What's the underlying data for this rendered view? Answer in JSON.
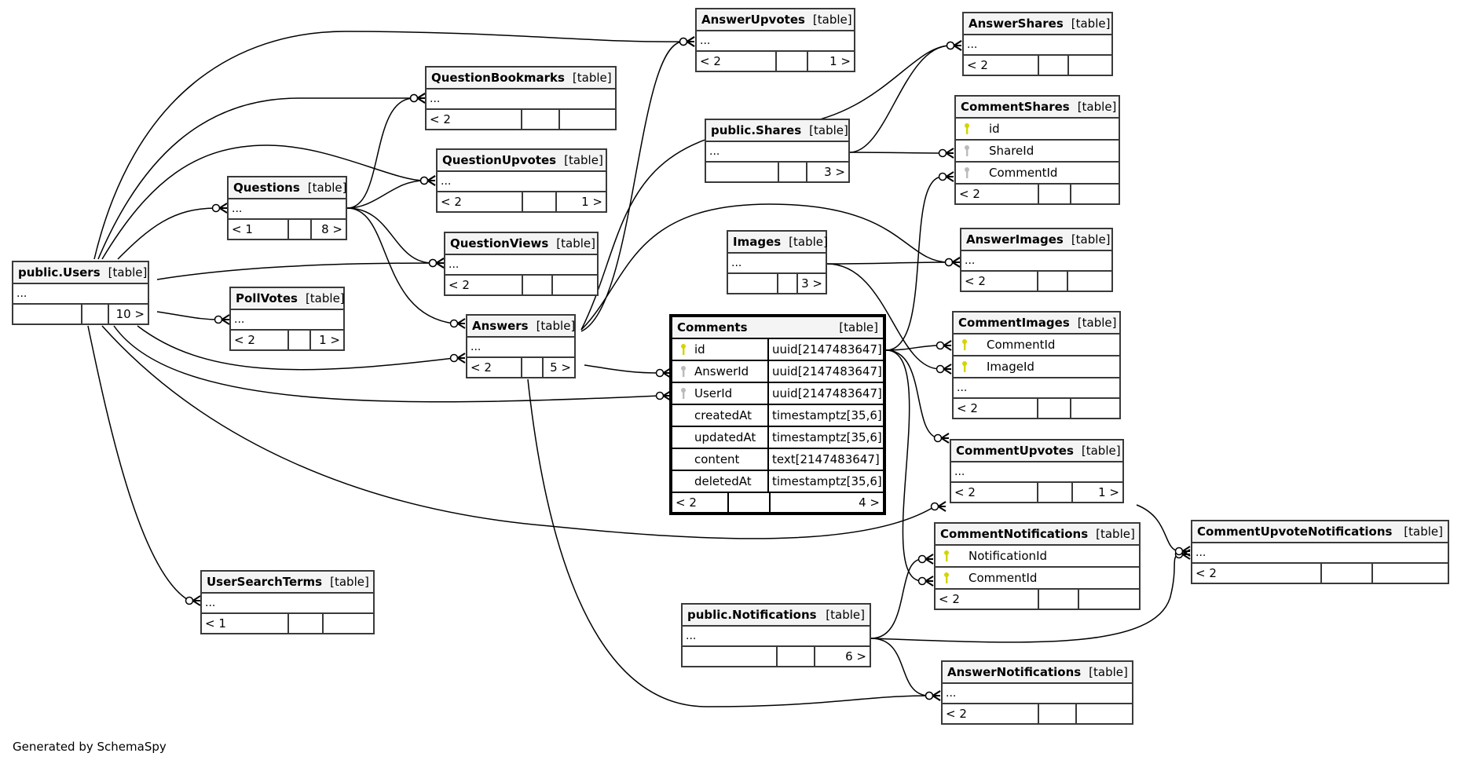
{
  "footer": "Generated by SchemaSpy",
  "kind_label": "[table]",
  "colors": {
    "pk_key": "#d4d400",
    "fk_key": "#bbbbbb",
    "header_bg": "#f4f4f4",
    "border": "#3a3a3a"
  },
  "tables": {
    "users": {
      "name": "public.Users",
      "body": "...",
      "foot": [
        "",
        "",
        "10 >"
      ]
    },
    "questions": {
      "name": "Questions",
      "body": "...",
      "foot": [
        "< 1",
        "",
        "8 >"
      ]
    },
    "question_bookmarks": {
      "name": "QuestionBookmarks",
      "body": "...",
      "foot": [
        "< 2",
        "",
        ""
      ]
    },
    "question_upvotes": {
      "name": "QuestionUpvotes",
      "body": "...",
      "foot": [
        "< 2",
        "",
        "1 >"
      ]
    },
    "question_views": {
      "name": "QuestionViews",
      "body": "...",
      "foot": [
        "< 2",
        "",
        ""
      ]
    },
    "poll_votes": {
      "name": "PollVotes",
      "body": "...",
      "foot": [
        "< 2",
        "",
        "1 >"
      ]
    },
    "answers": {
      "name": "Answers",
      "body": "...",
      "foot": [
        "< 2",
        "",
        "5 >"
      ]
    },
    "answer_upvotes": {
      "name": "AnswerUpvotes",
      "body": "...",
      "foot": [
        "< 2",
        "",
        "1 >"
      ]
    },
    "answer_shares": {
      "name": "AnswerShares",
      "body": "...",
      "foot": [
        "< 2",
        "",
        ""
      ]
    },
    "shares": {
      "name": "public.Shares",
      "body": "...",
      "foot": [
        "",
        "",
        "3 >"
      ]
    },
    "comment_shares": {
      "name": "CommentShares",
      "columns": [
        {
          "name": "id",
          "key": "pk"
        },
        {
          "name": "ShareId",
          "key": "fk"
        },
        {
          "name": "CommentId",
          "key": "fk"
        }
      ],
      "foot": [
        "< 2",
        "",
        ""
      ]
    },
    "images": {
      "name": "Images",
      "body": "...",
      "foot": [
        "",
        "",
        "3 >"
      ]
    },
    "answer_images": {
      "name": "AnswerImages",
      "body": "...",
      "foot": [
        "< 2",
        "",
        ""
      ]
    },
    "comments": {
      "name": "Comments",
      "columns": [
        {
          "name": "id",
          "type": "uuid[2147483647]",
          "key": "pk"
        },
        {
          "name": "AnswerId",
          "type": "uuid[2147483647]",
          "key": "fk"
        },
        {
          "name": "UserId",
          "type": "uuid[2147483647]",
          "key": "fk"
        },
        {
          "name": "createdAt",
          "type": "timestamptz[35,6]",
          "key": ""
        },
        {
          "name": "updatedAt",
          "type": "timestamptz[35,6]",
          "key": ""
        },
        {
          "name": "content",
          "type": "text[2147483647]",
          "key": ""
        },
        {
          "name": "deletedAt",
          "type": "timestamptz[35,6]",
          "key": ""
        }
      ],
      "foot": [
        "< 2",
        "",
        "4 >"
      ]
    },
    "comment_images": {
      "name": "CommentImages",
      "columns": [
        {
          "name": "CommentId",
          "key": "pk"
        },
        {
          "name": "ImageId",
          "key": "pk"
        }
      ],
      "body": "...",
      "foot": [
        "< 2",
        "",
        ""
      ]
    },
    "comment_upvotes": {
      "name": "CommentUpvotes",
      "body": "...",
      "foot": [
        "< 2",
        "",
        "1 >"
      ]
    },
    "comment_notifications": {
      "name": "CommentNotifications",
      "columns": [
        {
          "name": "NotificationId",
          "key": "pk"
        },
        {
          "name": "CommentId",
          "key": "pk"
        }
      ],
      "foot": [
        "< 2",
        "",
        ""
      ]
    },
    "comment_upvote_notifications": {
      "name": "CommentUpvoteNotifications",
      "body": "...",
      "foot": [
        "< 2",
        "",
        ""
      ]
    },
    "notifications": {
      "name": "public.Notifications",
      "body": "...",
      "foot": [
        "",
        "",
        "6 >"
      ]
    },
    "answer_notifications": {
      "name": "AnswerNotifications",
      "body": "...",
      "foot": [
        "< 2",
        "",
        ""
      ]
    },
    "user_search_terms": {
      "name": "UserSearchTerms",
      "body": "...",
      "foot": [
        "< 1",
        "",
        ""
      ]
    }
  }
}
